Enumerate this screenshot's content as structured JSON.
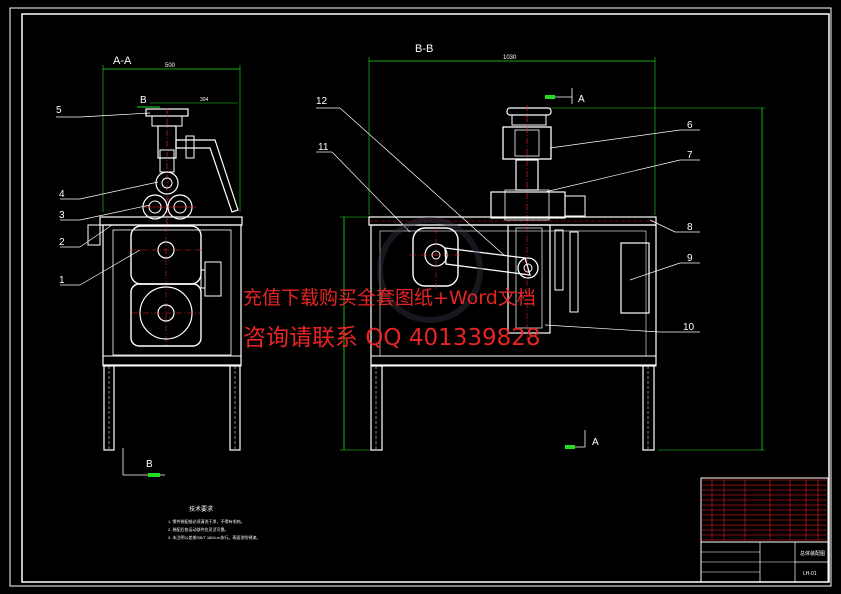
{
  "section_aa": {
    "title": "A-A",
    "dim_width": "500",
    "dim_small": "304",
    "section_mark": "B"
  },
  "section_bb": {
    "title": "B-B",
    "dim_width": "1030",
    "section_mark_top": "A",
    "section_mark_bottom": "A"
  },
  "bottom_section_mark": "B",
  "part_labels": [
    "1",
    "2",
    "3",
    "4",
    "5",
    "6",
    "7",
    "8",
    "9",
    "10",
    "11",
    "12"
  ],
  "notes": {
    "heading": "技术要求",
    "lines": [
      "1. 零件装配前必须清洗干净，不得有毛刺。",
      "2. 装配后各运动部件应灵活可靠。",
      "3. 未注明公差按GB/T 1804-m执行。表面涂防锈漆。"
    ]
  },
  "watermark": {
    "line1": "充值下载购买全套图纸+Word文档",
    "line2": "咨询请联系  QQ 401339828"
  },
  "title_block": {
    "name": "总体装配图",
    "code": "LH-01"
  },
  "colors": {
    "background": "#000000",
    "lines": "#ffffff",
    "center": "#ff2020",
    "dim": "#22dd22",
    "watermark": "#ff2828",
    "leader": "#ffffff"
  }
}
